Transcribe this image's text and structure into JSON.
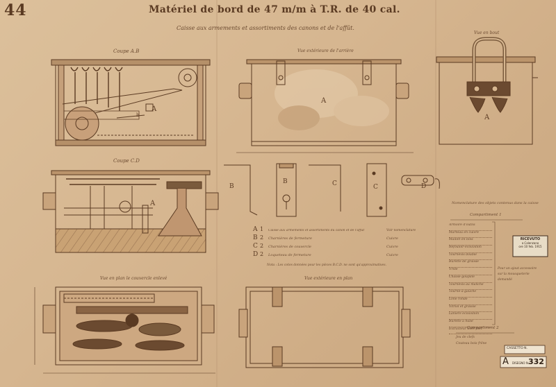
{
  "sheet": {
    "number": "44",
    "title": "Matériel de bord de 47 m/m à T.R. de 40 cal.",
    "subtitle": "Caisse aux armements et assortiments des canons et de l'affût."
  },
  "views": {
    "coupe_ab": "Coupe A.B",
    "coupe_cd": "Coupe C.D",
    "vue_exterieure_bout": "Vue extérieure de l'arrière",
    "vue_en_bout": "Vue en bout",
    "vue_en_plan": "Vue en plan le couvercle enlevé",
    "vue_exterieure_plan": "Vue extérieure en plan"
  },
  "labels": {
    "A": "A",
    "B": "B",
    "C": "C",
    "D": "D",
    "b": "b"
  },
  "legend": [
    {
      "mark": "A",
      "qty": "1",
      "text": "Caisse aux armements et assortiments du canon et de l'affût",
      "note": "Voir nomenclature"
    },
    {
      "mark": "B",
      "qty": "2",
      "text": "Charnières de fermeture",
      "note": "Cuivre"
    },
    {
      "mark": "C",
      "qty": "2",
      "text": "Charnières de couvercle",
      "note": "Cuivre"
    },
    {
      "mark": "D",
      "qty": "2",
      "text": "Loqueteau de fermeture",
      "note": "Cuivre"
    }
  ],
  "legend_note": "Nota : Les cotes données pour les pièces B.C.D. ne sont qu'approximatives.",
  "nomenclature": {
    "title": "Nomenclature des objets contenus dans la caisse",
    "compartment1": "Compartiment 1",
    "items1": [
      "Armoire d'outils",
      "Marteau en cuivre",
      "Maillet en bois",
      "Refouloir-écouvillon",
      "Tournevis double",
      "Burette de graisse",
      "Vrille",
      "Chasse-goupille",
      "Tournevis au manche",
      "Tourne-à-gauche",
      "Lime ronde",
      "Vitriol et graisse",
      "Lanière écouvillon",
      "Burette à huile",
      "Extracteur avec filet"
    ],
    "bracket_note": "Pour un ajout accessoire sur la mousqueterie demandé",
    "compartment2": "Compartiment 2",
    "items2": [
      "Jeu de clefs",
      "Couteau bois frêne"
    ]
  },
  "stamp": {
    "line1": "RICEVUTO",
    "line2": "a Calenzano",
    "line3": "ore 10 feb. 1915"
  },
  "archive": {
    "cassetto": "CASSETTO N.",
    "letter": "A",
    "prefix": "DISEGNO N.",
    "number": "332"
  },
  "palette": {
    "paper": "#d6b690",
    "ink": "#5a3a22",
    "wash_light": "#e6cfb0",
    "wash_dark": "#b08a62"
  }
}
